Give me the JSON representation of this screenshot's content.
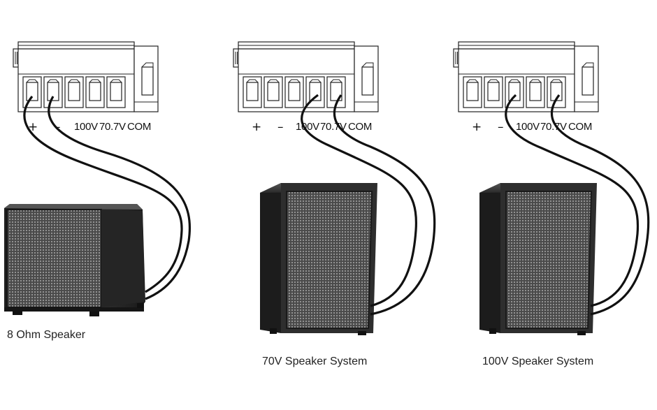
{
  "terminal_labels": {
    "plus": "+",
    "minus": "–",
    "v100": "100V",
    "v70": "70.7V",
    "com": "COM"
  },
  "captions": {
    "eight_ohm": "8 Ohm Speaker",
    "seventy_v": "70V Speaker System",
    "hundred_v": "100V Speaker System"
  },
  "colors": {
    "wire": "#111111",
    "speaker_body": "#2b2b2b",
    "speaker_grille": "#5a5a5a"
  }
}
